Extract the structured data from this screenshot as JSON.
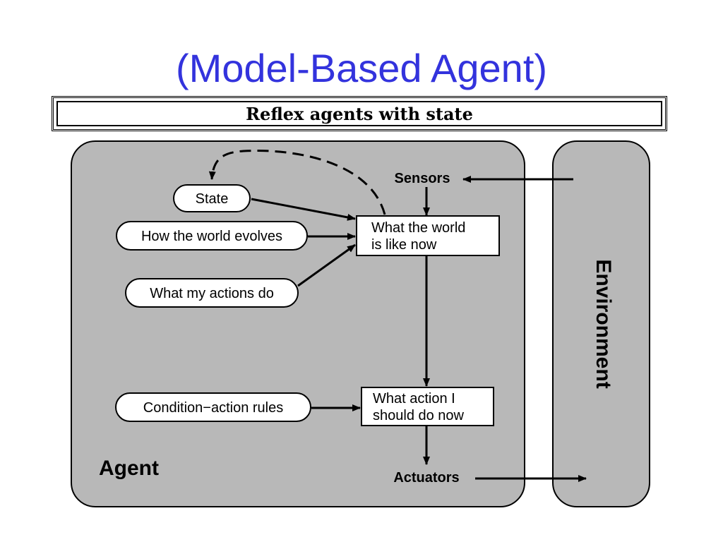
{
  "title": "(Model-Based Agent)",
  "banner": "Reflex agents with state",
  "colors": {
    "title": "#3333dd",
    "panel": "#b8b8b8",
    "box": "#ffffff",
    "line": "#000000"
  },
  "agent": {
    "label": "Agent",
    "sensors": "Sensors",
    "actuators": "Actuators",
    "state": "State",
    "world_evolves": "How the world evolves",
    "actions_do": "What my actions do",
    "rules": "Condition−action rules",
    "world_now": [
      "What the world",
      "is like now"
    ],
    "action_now": [
      "What action I",
      "should do now"
    ]
  },
  "environment": {
    "label": "Environment"
  }
}
